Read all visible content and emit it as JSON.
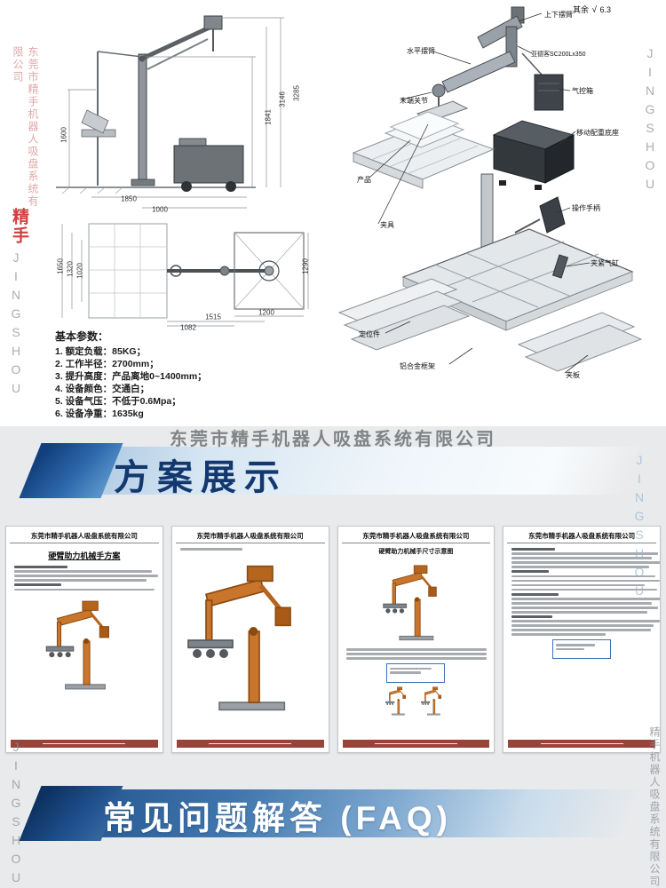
{
  "watermarks": {
    "company": "东莞市精手机器人吸盘系统有限公司",
    "company_vertical": "精手机器人吸盘系统有限公司",
    "brand": "精手",
    "jingshou": "JINGSHOU"
  },
  "front_view": {
    "dims_right": [
      "3285",
      "3146",
      "1841"
    ],
    "dim_left": "1600",
    "dims_bottom": [
      "1850",
      "1000"
    ]
  },
  "top_view": {
    "dims_left": [
      "1650",
      "1320",
      "1020"
    ],
    "dims_bottom": [
      "1515",
      "1082",
      "1200"
    ],
    "dim_right": "1290"
  },
  "params": {
    "title": "基本参数：",
    "items": [
      "1. 额定负载：85KG；",
      "2. 工作半径：2700mm；",
      "3. 提升高度：产品离地0~1400mm；",
      "4. 设备颜色：交通白；",
      "5. 设备气压：不低于0.6Mpa；",
      "6. 设备净重：1635kg"
    ]
  },
  "iso_view": {
    "note_prefix": "其余",
    "roughness": "6.3",
    "labels": [
      "上下摆臂",
      "水平摆臂",
      "亚德客SC200Lx350",
      "气控箱",
      "末端关节",
      "移动配重底座",
      "产品",
      "操作手柄",
      "夹具",
      "夹紧气缸",
      "定位件",
      "铝合金框架",
      "夹板"
    ]
  },
  "sections": {
    "solutions_title": "方案展示",
    "faq_title": "常见问题解答 (FAQ)"
  },
  "thumbnails": {
    "header": "东莞市精手机器人吸盘系统有限公司",
    "page1_title": "硬臂助力机械手方案",
    "page3_title": "硬臂助力机械手尺寸示意图"
  }
}
